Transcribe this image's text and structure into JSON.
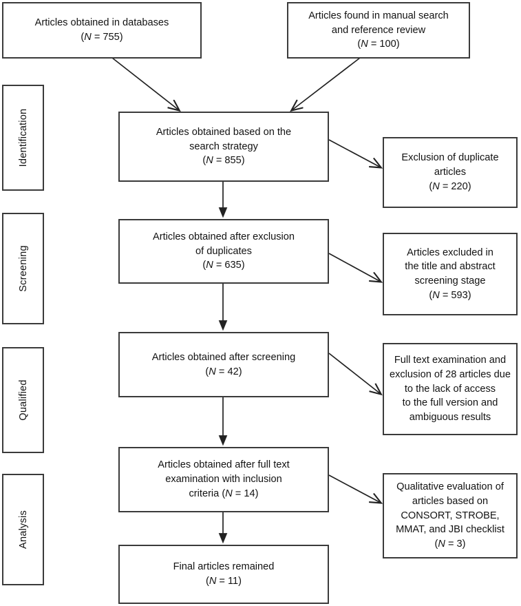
{
  "figure": {
    "type": "prisma-flow-diagram",
    "title": "PRISMA study selection flow diagram",
    "line_color": "#3a3a3a",
    "text_color": "#121212",
    "background": "#ffffff"
  },
  "stages": [
    {
      "id": "identification",
      "label": "Identification"
    },
    {
      "id": "screening",
      "label": "Screening"
    },
    {
      "id": "qualified",
      "label": "Qualified"
    },
    {
      "id": "analysis",
      "label": "Analysis"
    }
  ],
  "sources": [
    {
      "id": "databases",
      "text": "Articles obtained in databases\n(N = 755)",
      "line1": "Articles obtained in databases",
      "count_label": "(N = 755)",
      "n": 755
    },
    {
      "id": "manual-search",
      "text": "Articles found in manual search\nand reference review\n(N = 100)",
      "line1": "Articles found in manual search",
      "line2": "and reference review",
      "count_label": "(N = 100)",
      "n": 100
    }
  ],
  "main_flow": [
    {
      "id": "search-strategy",
      "text": "Articles obtained based on the\nsearch strategy\n(N = 855)",
      "count_label": "(N = 855)",
      "n": 855
    },
    {
      "id": "after-duplicates",
      "text": "Articles obtained after exclusion\nof duplicates\n(N = 635)",
      "count_label": "(N = 635)",
      "n": 635
    },
    {
      "id": "after-screening",
      "text": "Articles obtained after screening\n(N = 42)",
      "count_label": "(N = 42)",
      "n": 42
    },
    {
      "id": "after-full-text",
      "text": "Articles obtained after full text\nexamination with inclusion\ncriteria (N = 14)",
      "count_label": "(N = 14)",
      "n": 14
    },
    {
      "id": "final-articles",
      "text": "Final articles remained\n(N = 11)",
      "count_label": "(N = 11)",
      "n": 11
    }
  ],
  "side_notes": [
    {
      "id": "duplicate-exclusion",
      "text": "Exclusion of duplicate\narticles\n(N = 220)",
      "count_label": "(N = 220)",
      "n": 220
    },
    {
      "id": "title-abstract-exclusion",
      "text": "Articles excluded in\nthe title and abstract\nscreening stage\n(N = 593)",
      "count_label": "(N = 593)",
      "n": 593
    },
    {
      "id": "full-text-exclusion",
      "text": "Full text examination and\nexclusion of 28 articles due\nto the lack of access\nto the full version and\nambiguous results",
      "count_label": "",
      "n": 28
    },
    {
      "id": "qualitative-evaluation",
      "text": "Qualitative evaluation of\narticles based on\nCONSORT, STROBE,\nMMAT, and JBI checklist\n(N = 3)",
      "count_label": "(N = 3)",
      "n": 3
    }
  ],
  "chart_data": {
    "type": "diagram",
    "title": "PRISMA study selection flow",
    "nodes": [
      {
        "id": "databases",
        "stage": "Identification",
        "label": "Articles obtained in databases",
        "n": 755
      },
      {
        "id": "manual-search",
        "stage": "Identification",
        "label": "Articles found in manual search and reference review",
        "n": 100
      },
      {
        "id": "search-strategy",
        "stage": "Identification",
        "label": "Articles obtained based on the search strategy",
        "n": 855
      },
      {
        "id": "duplicate-exclusion",
        "stage": "Identification",
        "label": "Exclusion of duplicate articles",
        "n": 220
      },
      {
        "id": "after-duplicates",
        "stage": "Screening",
        "label": "Articles obtained after exclusion of duplicates",
        "n": 635
      },
      {
        "id": "title-abstract-exclusion",
        "stage": "Screening",
        "label": "Articles excluded in the title and abstract screening stage",
        "n": 593
      },
      {
        "id": "after-screening",
        "stage": "Qualified",
        "label": "Articles obtained after screening",
        "n": 42
      },
      {
        "id": "full-text-exclusion",
        "stage": "Qualified",
        "label": "Full text examination and exclusion of 28 articles due to the lack of access to the full version and ambiguous results",
        "n": 28
      },
      {
        "id": "after-full-text",
        "stage": "Analysis",
        "label": "Articles obtained after full text examination with inclusion criteria",
        "n": 14
      },
      {
        "id": "qualitative-evaluation",
        "stage": "Analysis",
        "label": "Qualitative evaluation of articles based on CONSORT, STROBE, MMAT, and JBI checklist",
        "n": 3
      },
      {
        "id": "final-articles",
        "stage": "Analysis",
        "label": "Final articles remained",
        "n": 11
      }
    ],
    "edges": [
      {
        "from": "databases",
        "to": "search-strategy"
      },
      {
        "from": "manual-search",
        "to": "search-strategy"
      },
      {
        "from": "search-strategy",
        "to": "duplicate-exclusion"
      },
      {
        "from": "search-strategy",
        "to": "after-duplicates"
      },
      {
        "from": "after-duplicates",
        "to": "title-abstract-exclusion"
      },
      {
        "from": "after-duplicates",
        "to": "after-screening"
      },
      {
        "from": "after-screening",
        "to": "full-text-exclusion"
      },
      {
        "from": "after-screening",
        "to": "after-full-text"
      },
      {
        "from": "after-full-text",
        "to": "qualitative-evaluation"
      },
      {
        "from": "after-full-text",
        "to": "final-articles"
      }
    ]
  }
}
